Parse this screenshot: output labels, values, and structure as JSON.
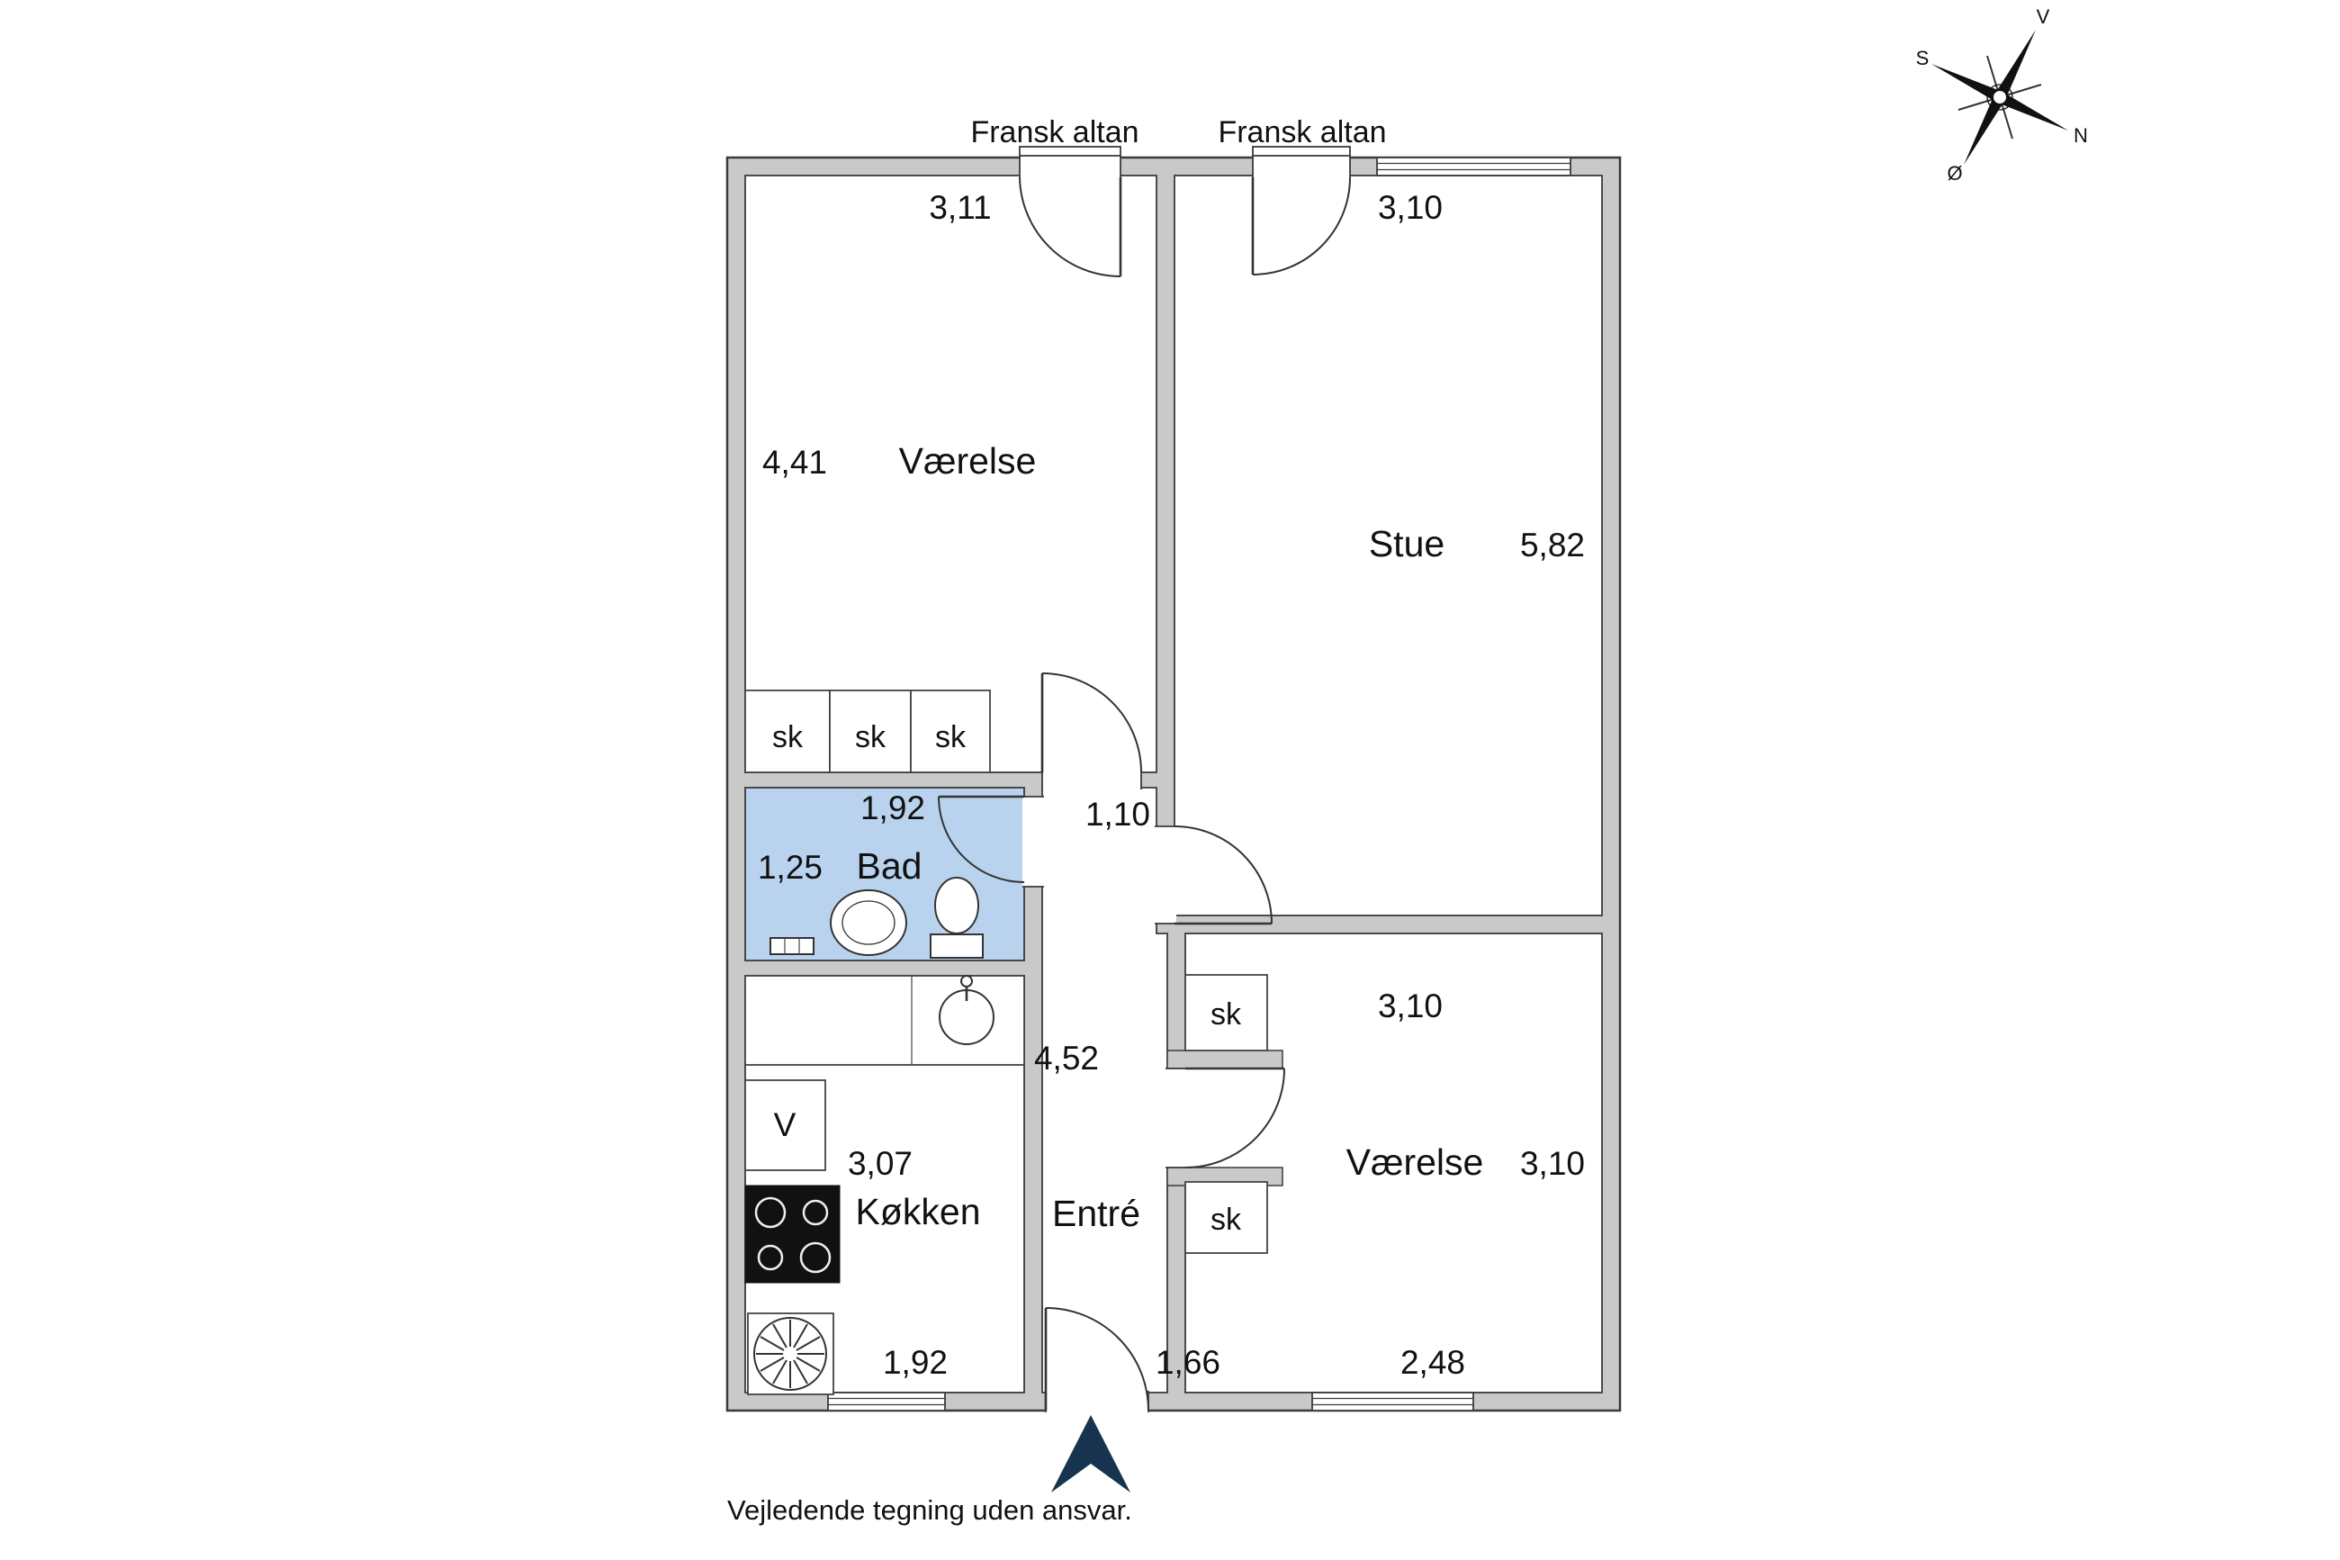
{
  "note": {
    "disclaimer": "Vejledende tegning uden ansvar."
  },
  "compass": {
    "north": "N",
    "south": "S",
    "east": "Ø",
    "west": "V"
  },
  "balcony": {
    "left": "Fransk altan",
    "right": "Fransk altan"
  },
  "rooms": {
    "vaerelse_top": {
      "name": "Værelse",
      "width": "3,11",
      "depth": "4,41"
    },
    "stue": {
      "name": "Stue",
      "width": "3,10",
      "depth": "5,82"
    },
    "bad": {
      "name": "Bad",
      "width": "1,92",
      "depth": "1,25"
    },
    "entre": {
      "name": "Entré",
      "top_width": "1,10",
      "length": "4,52",
      "bottom_width": "1,66"
    },
    "koekken": {
      "name": "Køkken",
      "depth": "3,07",
      "width": "1,92"
    },
    "vaerelse_bottom": {
      "name": "Værelse",
      "top_width": "3,10",
      "depth": "3,10",
      "bottom_width": "2,48"
    }
  },
  "labels": {
    "closet": "sk",
    "washer": "V"
  },
  "colors": {
    "wall": "#c9c9c9",
    "bath": "#b9d3ee",
    "arrow": "#16344f"
  }
}
